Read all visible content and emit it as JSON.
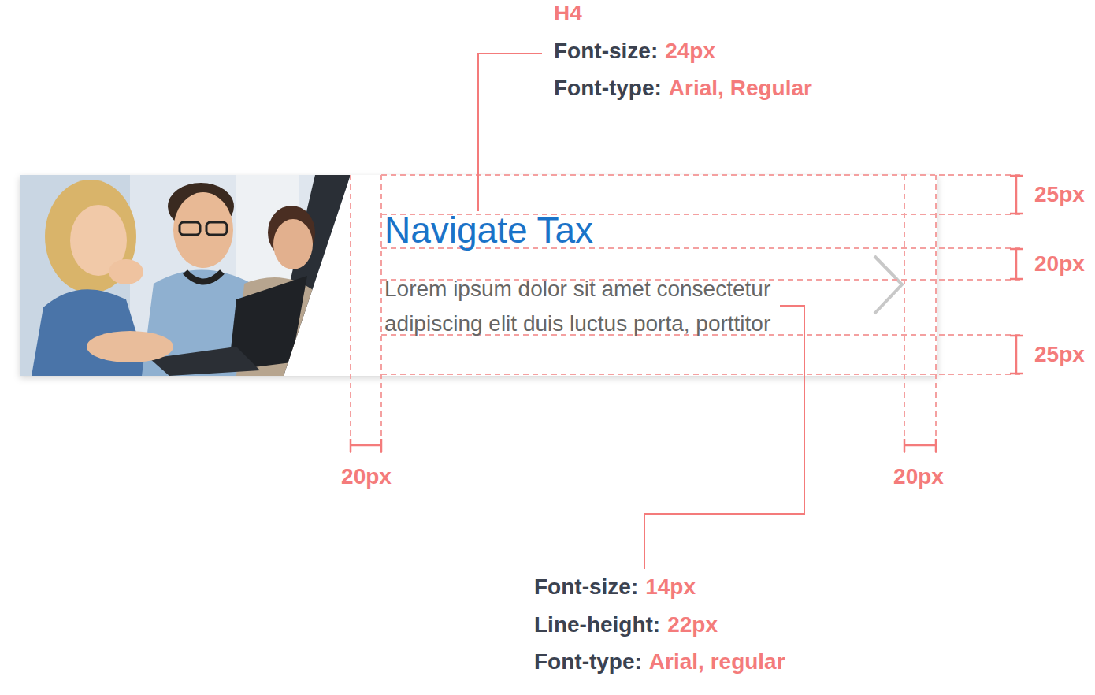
{
  "diagram": {
    "nodes": [
      {
        "text": [
          "Navigate Tax",
          "Lorem ipsum dolor sit amet consectetur adipiscing elit duis luctus porta, porttitor"
        ]
      }
    ],
    "labels": [
      "H4",
      "Font-size:",
      "24px",
      "Font-type:",
      "Arial, Regular",
      "25px",
      "20px",
      "25px",
      "20px",
      "20px",
      "Font-size:",
      "14px",
      "Line-height:",
      "22px",
      "Font-type:",
      "Arial, regular"
    ]
  }
}
